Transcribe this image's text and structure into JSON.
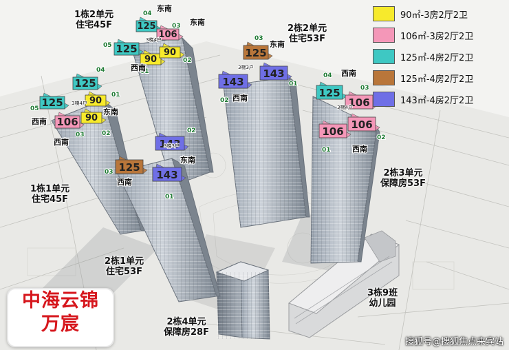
{
  "legend": [
    {
      "label": "90㎡-3房2厅2卫",
      "color": "#f7ea2c"
    },
    {
      "label": "106㎡-3房2厅2卫",
      "color": "#f497b8"
    },
    {
      "label": "125㎡-4房2厅2卫",
      "color": "#3ec8c3"
    },
    {
      "label": "125㎡-4房2厅2卫",
      "color": "#b9763a"
    },
    {
      "label": "143㎡-4房2厅2卫",
      "color": "#6f6fe6"
    }
  ],
  "buildings": [
    {
      "id": "b1-2",
      "line1": "1栋2单元",
      "line2": "住宅45F"
    },
    {
      "id": "b1-1",
      "line1": "1栋1单元",
      "line2": "住宅45F"
    },
    {
      "id": "b2-1",
      "line1": "2栋1单元",
      "line2": "住宅53F"
    },
    {
      "id": "b2-2",
      "line1": "2栋2单元",
      "line2": "住宅53F"
    },
    {
      "id": "b2-3",
      "line1": "2栋3单元",
      "line2": "保障房53F"
    },
    {
      "id": "b2-4",
      "line1": "2栋4单元",
      "line2": "保障房28F"
    },
    {
      "id": "b3-9",
      "line1": "3栋9班",
      "line2": "幼儿园"
    }
  ],
  "brand": {
    "line1": "中海云锦",
    "line2": "万宸"
  },
  "watermark": "搜狐号@搜狐焦点来宾站",
  "units": [
    {
      "t": "125",
      "c": "#3ec8c3"
    },
    {
      "t": "106",
      "c": "#f497b8"
    },
    {
      "t": "125",
      "c": "#3ec8c3"
    },
    {
      "t": "90",
      "c": "#f7ea2c"
    },
    {
      "t": "90",
      "c": "#f7ea2c"
    },
    {
      "t": "125",
      "c": "#3ec8c3"
    },
    {
      "t": "125",
      "c": "#3ec8c3"
    },
    {
      "t": "106",
      "c": "#f497b8"
    },
    {
      "t": "90",
      "c": "#f7ea2c"
    },
    {
      "t": "90",
      "c": "#f7ea2c"
    },
    {
      "t": "125",
      "c": "#b9763a"
    },
    {
      "t": "143",
      "c": "#6f6fe6"
    },
    {
      "t": "143",
      "c": "#6f6fe6"
    },
    {
      "t": "125",
      "c": "#b9763a"
    },
    {
      "t": "143",
      "c": "#6f6fe6"
    },
    {
      "t": "143",
      "c": "#6f6fe6"
    },
    {
      "t": "125",
      "c": "#3ec8c3"
    },
    {
      "t": "106",
      "c": "#f497b8"
    },
    {
      "t": "106",
      "c": "#f497b8"
    },
    {
      "t": "106",
      "c": "#f497b8"
    }
  ],
  "small_labels": [
    "04",
    "03",
    "05",
    "01",
    "02",
    "04",
    "05",
    "01",
    "03",
    "02",
    "03",
    "02",
    "01",
    "03",
    "02",
    "01",
    "04",
    "03",
    "01",
    "02"
  ],
  "directions": [
    "东南",
    "西南",
    "东南",
    "西南",
    "西南",
    "东南",
    "西南",
    "东南",
    "西南",
    "东南",
    "西南",
    "西南"
  ],
  "core_labels": [
    "3梯4户",
    "3梯4户",
    "3梯3户",
    "3梯3户",
    "3梯4户"
  ]
}
